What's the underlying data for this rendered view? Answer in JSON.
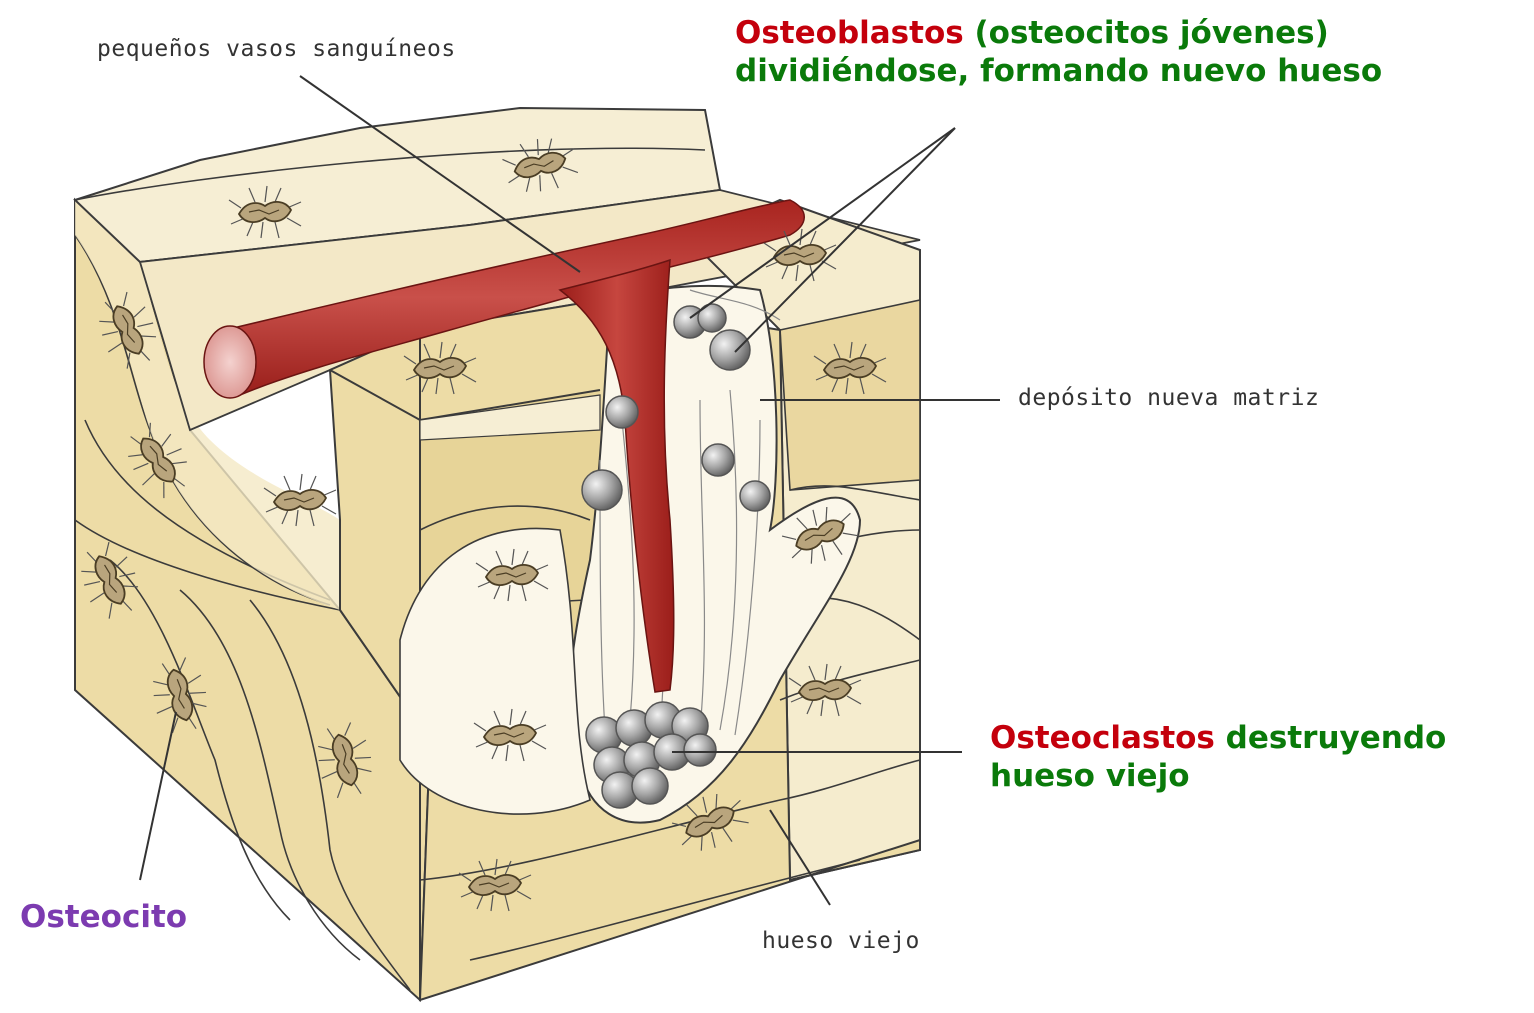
{
  "labels": {
    "vessels": "pequeños vasos sanguíneos",
    "osteoblasts_term": "Osteoblastos",
    "osteoblasts_rest1": " (osteocitos jóvenes)",
    "osteoblasts_line2": "dividiéndose, formando nuevo hueso",
    "matrix": "depósito nueva matriz",
    "osteoclasts_term": "Osteoclastos",
    "osteoclasts_rest1": " destruyendo",
    "osteoclasts_line2": "hueso viejo",
    "old_bone": "hueso viejo",
    "osteocyte": "Osteocito"
  },
  "colors": {
    "bone_light": "#f7efcf",
    "bone_mid": "#ead9a3",
    "bone_dark": "#d9c47e",
    "vessel": "#b3302c",
    "cell_gray": "#9a9a9a",
    "term_red": "#c4000c",
    "text_green": "#0a7a0a",
    "text_purple": "#7c3bb0"
  }
}
